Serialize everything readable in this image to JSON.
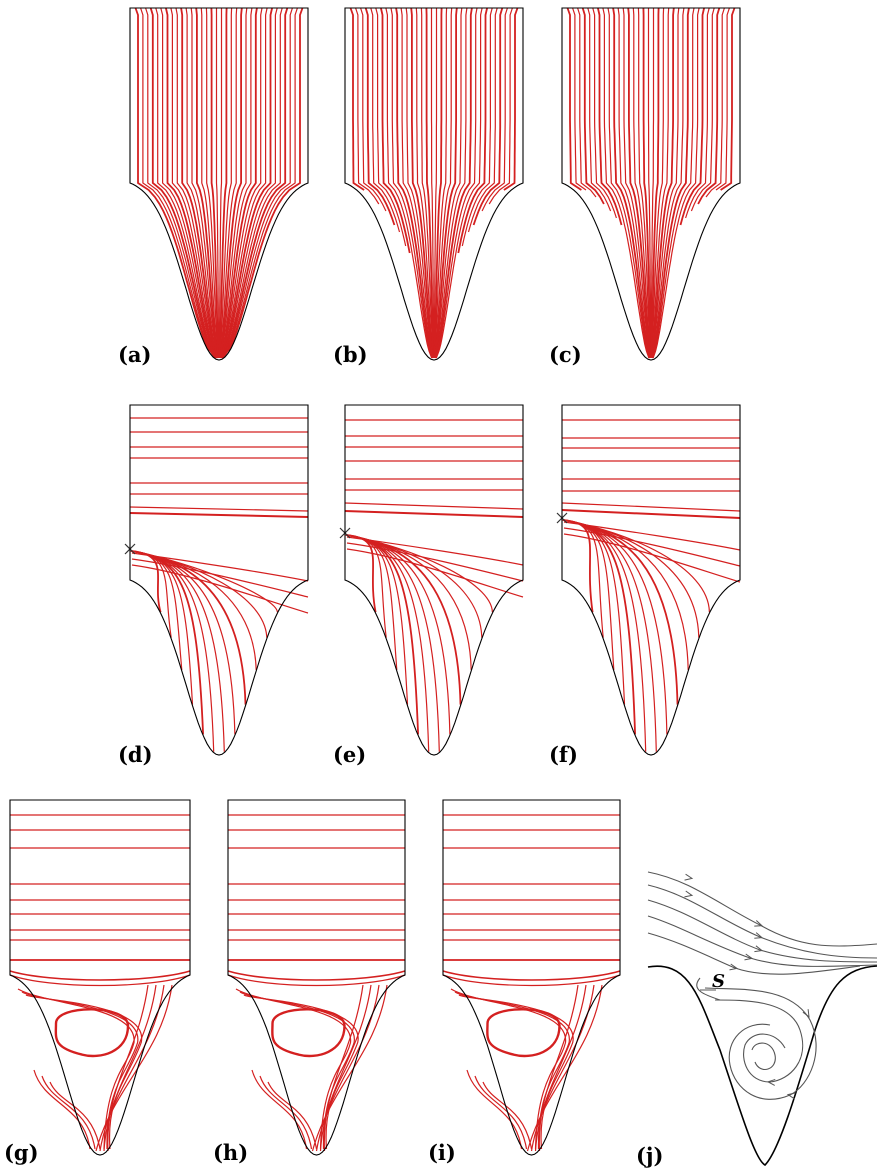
{
  "colors": {
    "streamline": "#d42020",
    "outline": "#000000",
    "schematic": "#555555",
    "stagnation_marker": "#333333"
  },
  "panels": [
    {
      "label": "(a)",
      "pattern": "vertical-dense"
    },
    {
      "label": "(b)",
      "pattern": "vertical-converging"
    },
    {
      "label": "(c)",
      "pattern": "vertical-converging-strong"
    },
    {
      "label": "(d)",
      "pattern": "horizontal-with-stagnation"
    },
    {
      "label": "(e)",
      "pattern": "horizontal-with-stagnation"
    },
    {
      "label": "(f)",
      "pattern": "horizontal-with-stagnation"
    },
    {
      "label": "(g)",
      "pattern": "horizontal-with-eddy"
    },
    {
      "label": "(h)",
      "pattern": "horizontal-with-eddy"
    },
    {
      "label": "(i)",
      "pattern": "horizontal-with-eddy"
    },
    {
      "label": "(j)",
      "pattern": "schematic"
    }
  ],
  "schematic_label": "S"
}
